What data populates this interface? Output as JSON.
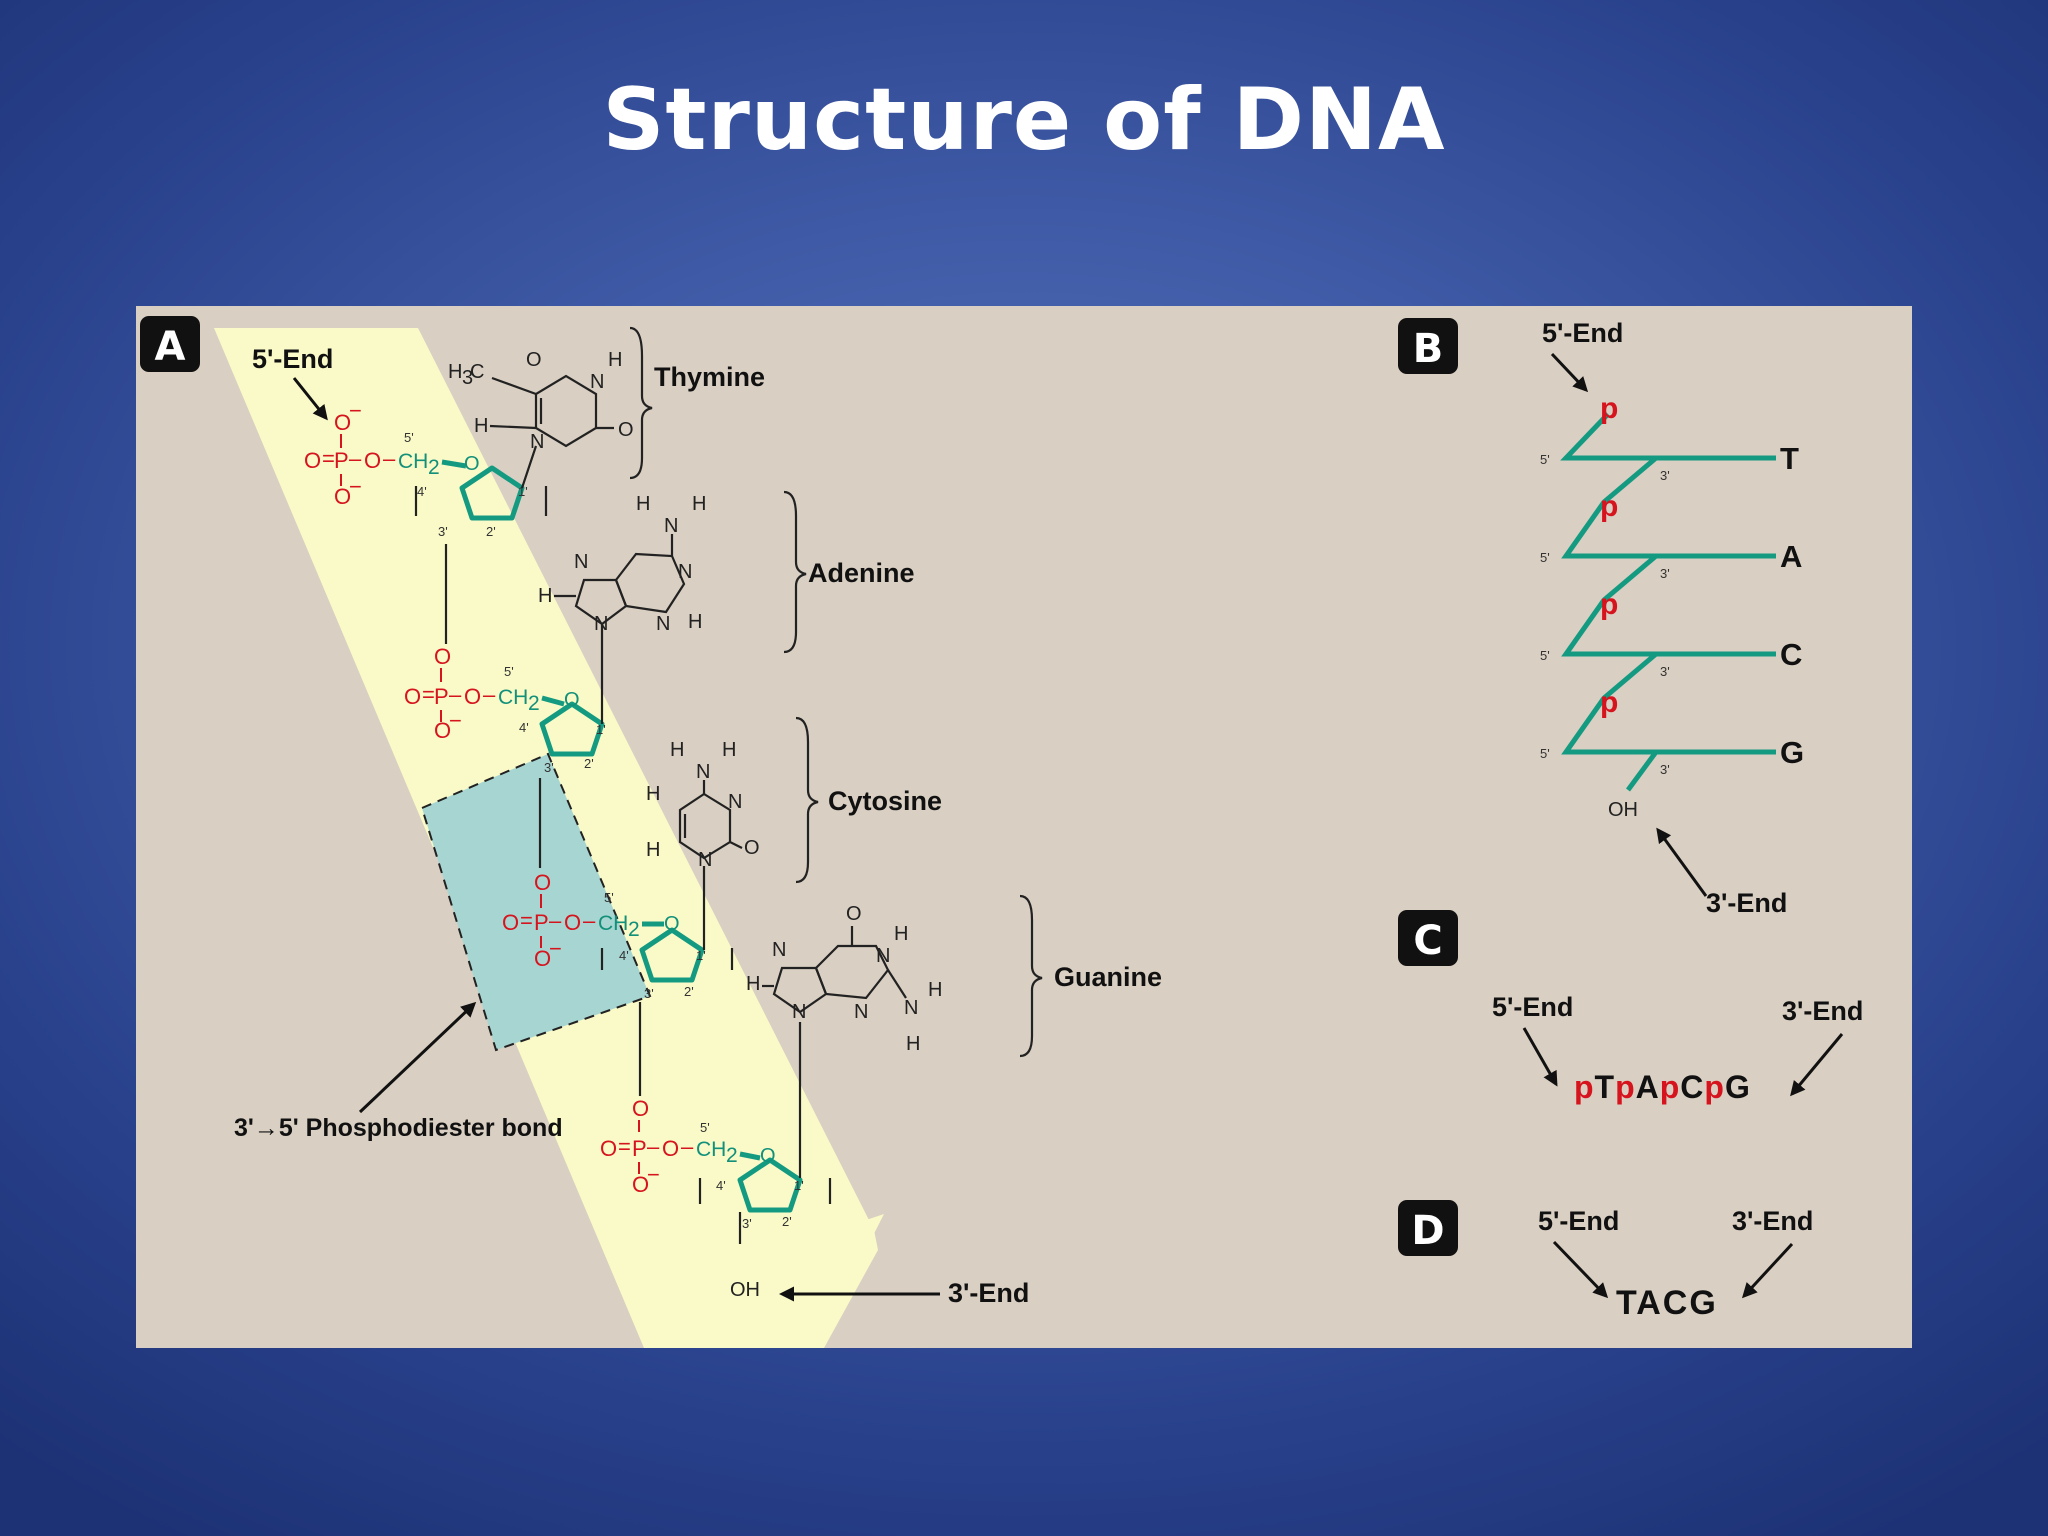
{
  "title": "Structure of DNA",
  "panels": {
    "a": {
      "letter": "A",
      "five_end": "5'-End",
      "three_end": "3'-End",
      "bond_label": "3'→5' Phosphodiester bond",
      "bases": [
        "Thymine",
        "Adenine",
        "Cytosine",
        "Guanine"
      ],
      "terminal_oh": "OH"
    },
    "b": {
      "letter": "B",
      "five_end": "5'-End",
      "three_end": "3'-End",
      "phosphate": "p",
      "bases": [
        "T",
        "A",
        "C",
        "G"
      ],
      "prime5": "5'",
      "prime3": "3'",
      "oh": "OH"
    },
    "c": {
      "letter": "C",
      "five_end": "5'-End",
      "three_end": "3'-End",
      "sequence": [
        {
          "t": "p",
          "color": "#d6141e"
        },
        {
          "t": "T",
          "color": "#d6141e"
        },
        {
          "t": "p",
          "color": "#d6141e"
        },
        {
          "t": "A",
          "color": "#d6141e"
        },
        {
          "t": "p",
          "color": "#d6141e"
        },
        {
          "t": "C",
          "color": "#d6141e"
        },
        {
          "t": "p",
          "color": "#d6141e"
        },
        {
          "t": "G",
          "color": "#d6141e"
        }
      ]
    },
    "d": {
      "letter": "D",
      "five_end": "5'-End",
      "three_end": "3'-End",
      "sequence": "TACG"
    }
  },
  "colors": {
    "panel_bg": "#d9cfc2",
    "highlight_band": "#fafac8",
    "bond_box": "#a7d6d2",
    "backbone_teal": "#159a82",
    "phosphate_red": "#d6141e"
  }
}
